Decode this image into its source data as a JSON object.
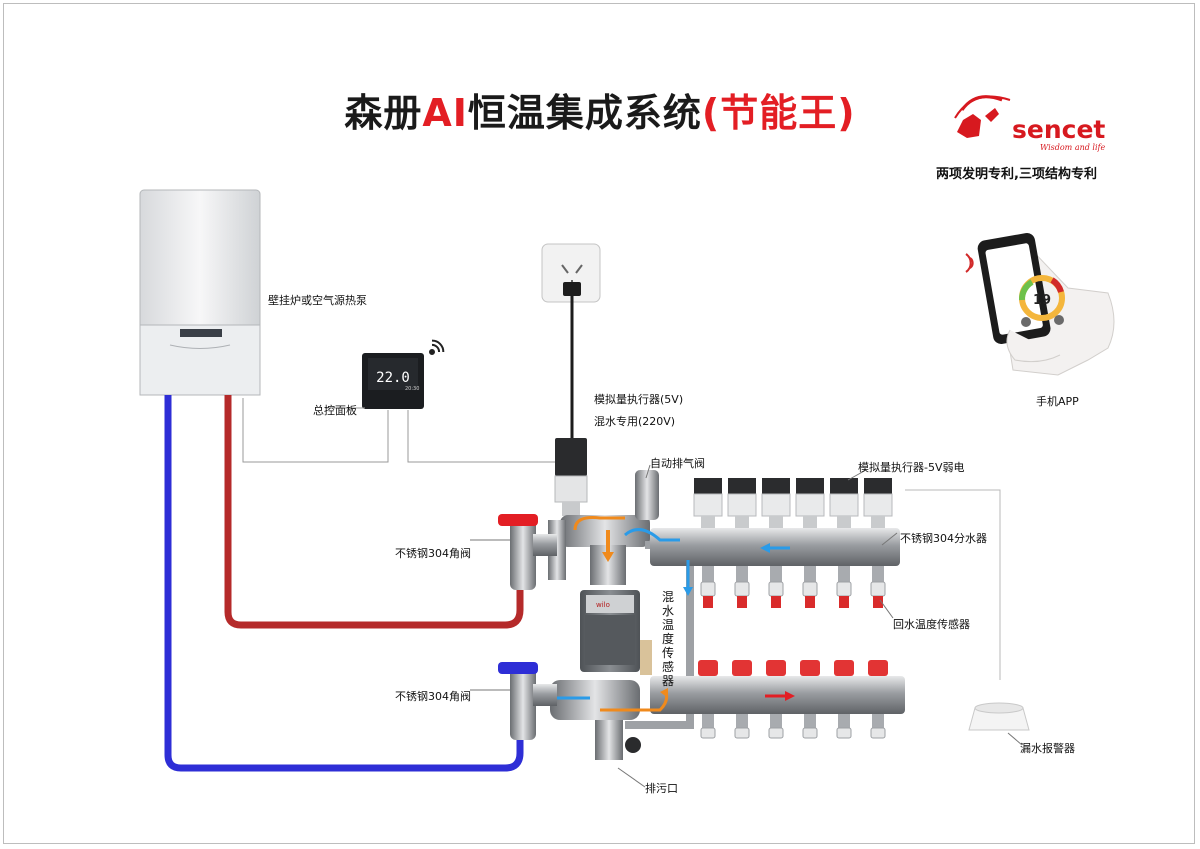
{
  "title_parts": {
    "prefix": "森册",
    "ai": "AI",
    "middle": "恒温集成系统",
    "suffix": "(节能王)"
  },
  "brand": {
    "name": "sencet",
    "tagline": "Wisdom and life"
  },
  "patent_text": "两项发明专利,三项结构专利",
  "thermostat_display": "22.0",
  "thermostat_time": "20:30",
  "app_temp": "19",
  "labels": {
    "boiler": "壁挂炉或空气源热泵",
    "control_panel": "总控面板",
    "actuator_5v": "模拟量执行器(5V)",
    "mixing_220v": "混水专用(220V)",
    "auto_vent": "自动排气阀",
    "actuator_weak": "模拟量执行器-5V弱电",
    "supply_manifold": "不锈钢304分水器",
    "angle_valve_top": "不锈钢304角阀",
    "angle_valve_bottom": "不锈钢304角阀",
    "mix_sensor": "混水温度传感器",
    "return_sensor": "回水温度传感器",
    "drain": "排污口",
    "leak_alarm": "漏水报警器",
    "phone_app": "手机APP"
  },
  "colors": {
    "red": "#e31e24",
    "blue": "#2e2ed6",
    "pipe_red": "#b52a2a",
    "flow_orange": "#f08a1c",
    "flow_blue": "#2a9be8"
  }
}
